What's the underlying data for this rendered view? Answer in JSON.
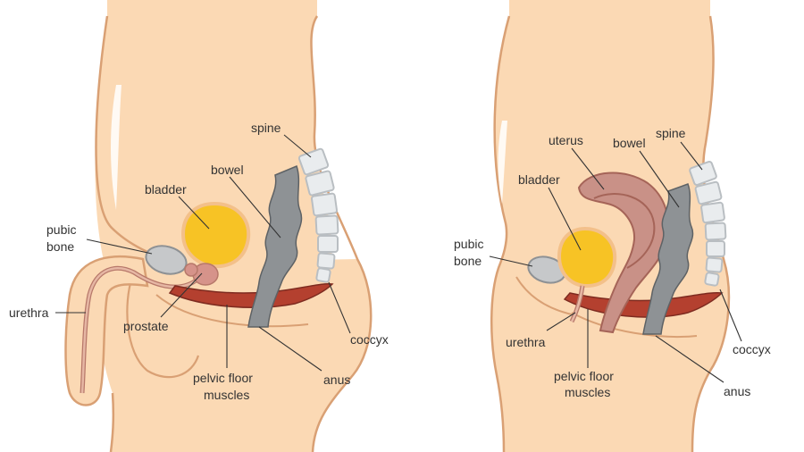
{
  "colors": {
    "skin": "#FBD9B4",
    "skin_outline": "#D9A074",
    "bladder_fill": "#F7C325",
    "bladder_rim": "#F3C08A",
    "bone_fill": "#C6C8CA",
    "bone_outline": "#8E9194",
    "muscle_fill": "#B4402F",
    "muscle_outline": "#7E2B20",
    "bowel_fill": "#8E9295",
    "bowel_outline": "#5E6265",
    "prostate_fill": "#D6938A",
    "urethra_fill": "#E6B7A4",
    "urethra_outline": "#B7786A",
    "uterus_fill": "#C99187",
    "uterus_outline": "#A56458",
    "spine_fill": "#E9ECEE",
    "spine_outline": "#B9BEC2",
    "label_text": "#333333"
  },
  "male": {
    "labels": {
      "spine": "spine",
      "bowel": "bowel",
      "bladder": "bladder",
      "pubic_bone_line1": "pubic",
      "pubic_bone_line2": "bone",
      "urethra": "urethra",
      "prostate": "prostate",
      "pelvic_floor_line1": "pelvic floor",
      "pelvic_floor_line2": "muscles",
      "anus": "anus",
      "coccyx": "coccyx"
    }
  },
  "female": {
    "labels": {
      "uterus": "uterus",
      "bowel": "bowel",
      "spine": "spine",
      "bladder": "bladder",
      "pubic_bone_line1": "pubic",
      "pubic_bone_line2": "bone",
      "urethra": "urethra",
      "pelvic_floor_line1": "pelvic floor",
      "pelvic_floor_line2": "muscles",
      "anus": "anus",
      "coccyx": "coccyx"
    }
  }
}
